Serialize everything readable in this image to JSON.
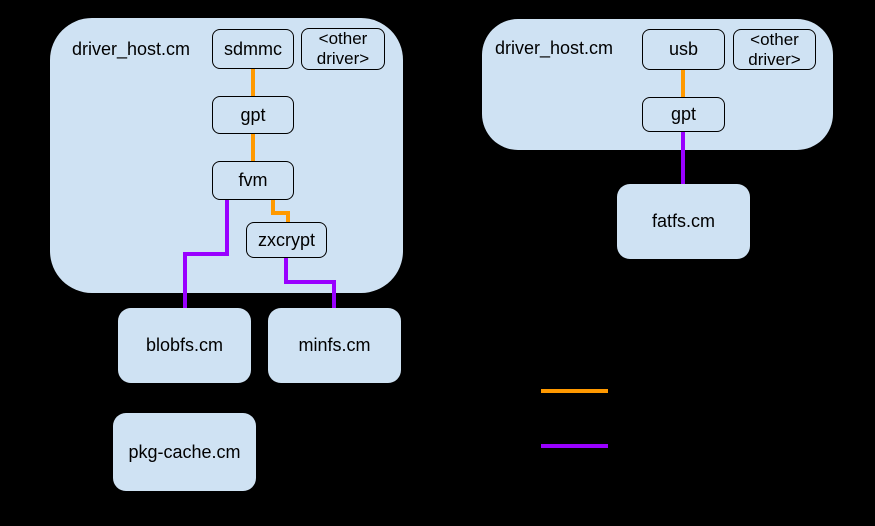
{
  "colors": {
    "background": "#000000",
    "box_fill": "#cfe2f3",
    "box_border": "#000000",
    "text": "#000000",
    "orange": "#ff9900",
    "purple": "#9900ff"
  },
  "left_group": {
    "title": "driver_host.cm",
    "nodes": {
      "sdmmc": "sdmmc",
      "other_driver": "<other\ndriver>",
      "gpt": "gpt",
      "fvm": "fvm",
      "zxcrypt": "zxcrypt"
    },
    "filesystems": {
      "blobfs": "blobfs.cm",
      "minfs": "minfs.cm",
      "pkg_cache": "pkg-cache.cm"
    }
  },
  "right_group": {
    "title": "driver_host.cm",
    "nodes": {
      "usb": "usb",
      "other_driver": "<other\ndriver>",
      "gpt": "gpt"
    },
    "filesystems": {
      "fatfs": "fatfs.cm"
    }
  },
  "legend": {
    "items": [
      {
        "name": "orange-line",
        "color": "#ff9900"
      },
      {
        "name": "purple-line",
        "color": "#9900ff"
      }
    ]
  }
}
